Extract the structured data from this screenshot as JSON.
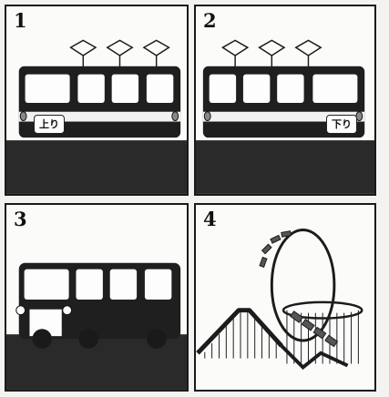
{
  "panels": [
    {
      "number": "1",
      "scene": "tram-outbound",
      "sign": "上り"
    },
    {
      "number": "2",
      "scene": "tram-inbound",
      "sign": "下り"
    },
    {
      "number": "3",
      "scene": "bus"
    },
    {
      "number": "4",
      "scene": "roller-coaster"
    }
  ],
  "colors": {
    "ink": "#1c1c1c",
    "ground": "#2a2a2a",
    "paper": "#fbfbfa",
    "stripe": "#f2f2f2"
  },
  "icons": [
    "pantograph-icon",
    "tram-icon",
    "bus-icon",
    "roller-coaster-icon"
  ]
}
